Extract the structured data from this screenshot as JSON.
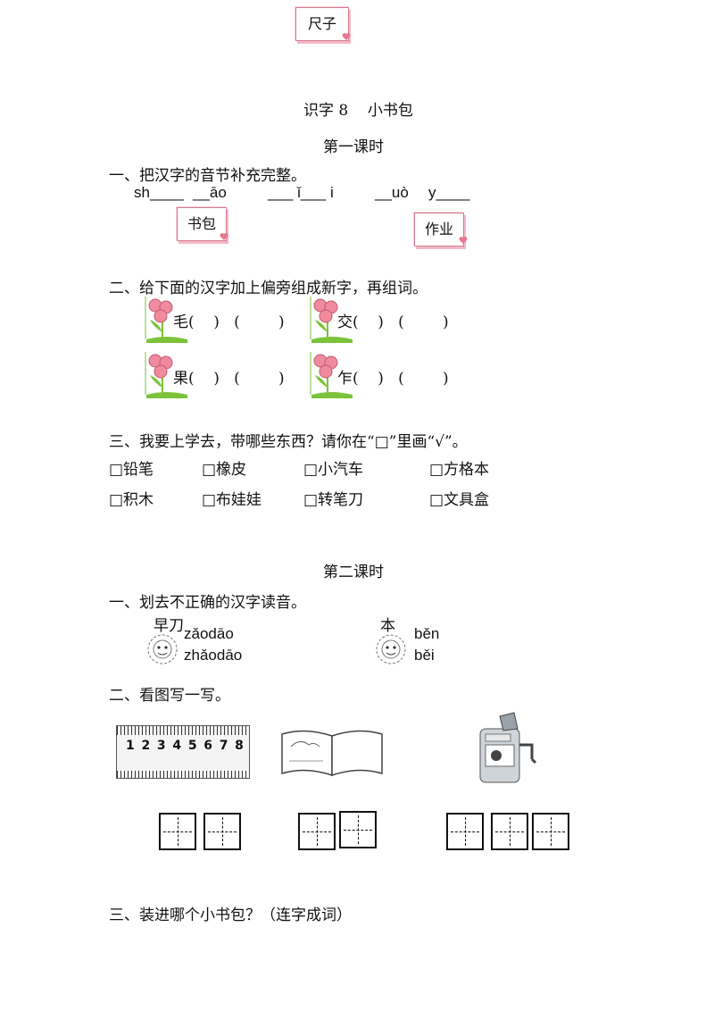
{
  "top_card": "尺子",
  "title": "识字 8    小书包",
  "lesson1": {
    "heading": "第一课时",
    "q1": {
      "prompt": "一、把汉字的音节补充完整。",
      "blanks": [
        "sh____",
        "__āo",
        "___ ǐ___ i",
        "__uò",
        "y____"
      ],
      "cards": [
        "书包",
        "作业"
      ]
    },
    "q2": {
      "prompt": "二、给下面的汉字加上偏旁组成新字，再组词。",
      "items": [
        {
          "char": "毛",
          "paren": "(    )   (        )"
        },
        {
          "char": "交",
          "paren": "(    )   (        )"
        },
        {
          "char": "果",
          "paren": "(    )   (        )"
        },
        {
          "char": "乍",
          "paren": "(    )   (        )"
        }
      ]
    },
    "q3": {
      "prompt": "三、我要上学去，带哪些东西？请你在“□”里画“√”。",
      "options": [
        "□铅笔",
        "□橡皮",
        "□小汽车",
        "□方格本",
        "□积木",
        "□布娃娃",
        "□转笔刀",
        "□文具盒"
      ]
    }
  },
  "lesson2": {
    "heading": "第二课时",
    "q1": {
      "prompt": "一、划去不正确的汉字读音。",
      "items": [
        {
          "char": "早刀",
          "reading1": "zǎodāo",
          "reading2": "zhǎodāo"
        },
        {
          "char": "本",
          "reading1": "běn",
          "reading2": "běi"
        }
      ]
    },
    "q2": {
      "prompt": "二、看图写一写。",
      "ruler_numbers": [
        "1",
        "2",
        "3",
        "4",
        "5",
        "6",
        "7",
        "8"
      ]
    },
    "q3": {
      "prompt": "三、装进哪个小书包？（连字成词）"
    }
  },
  "colors": {
    "card_border": "#d87a90",
    "heart": "#e8788f",
    "flower_petal": "#f08a9e",
    "flower_leaf": "#7cc23a"
  }
}
